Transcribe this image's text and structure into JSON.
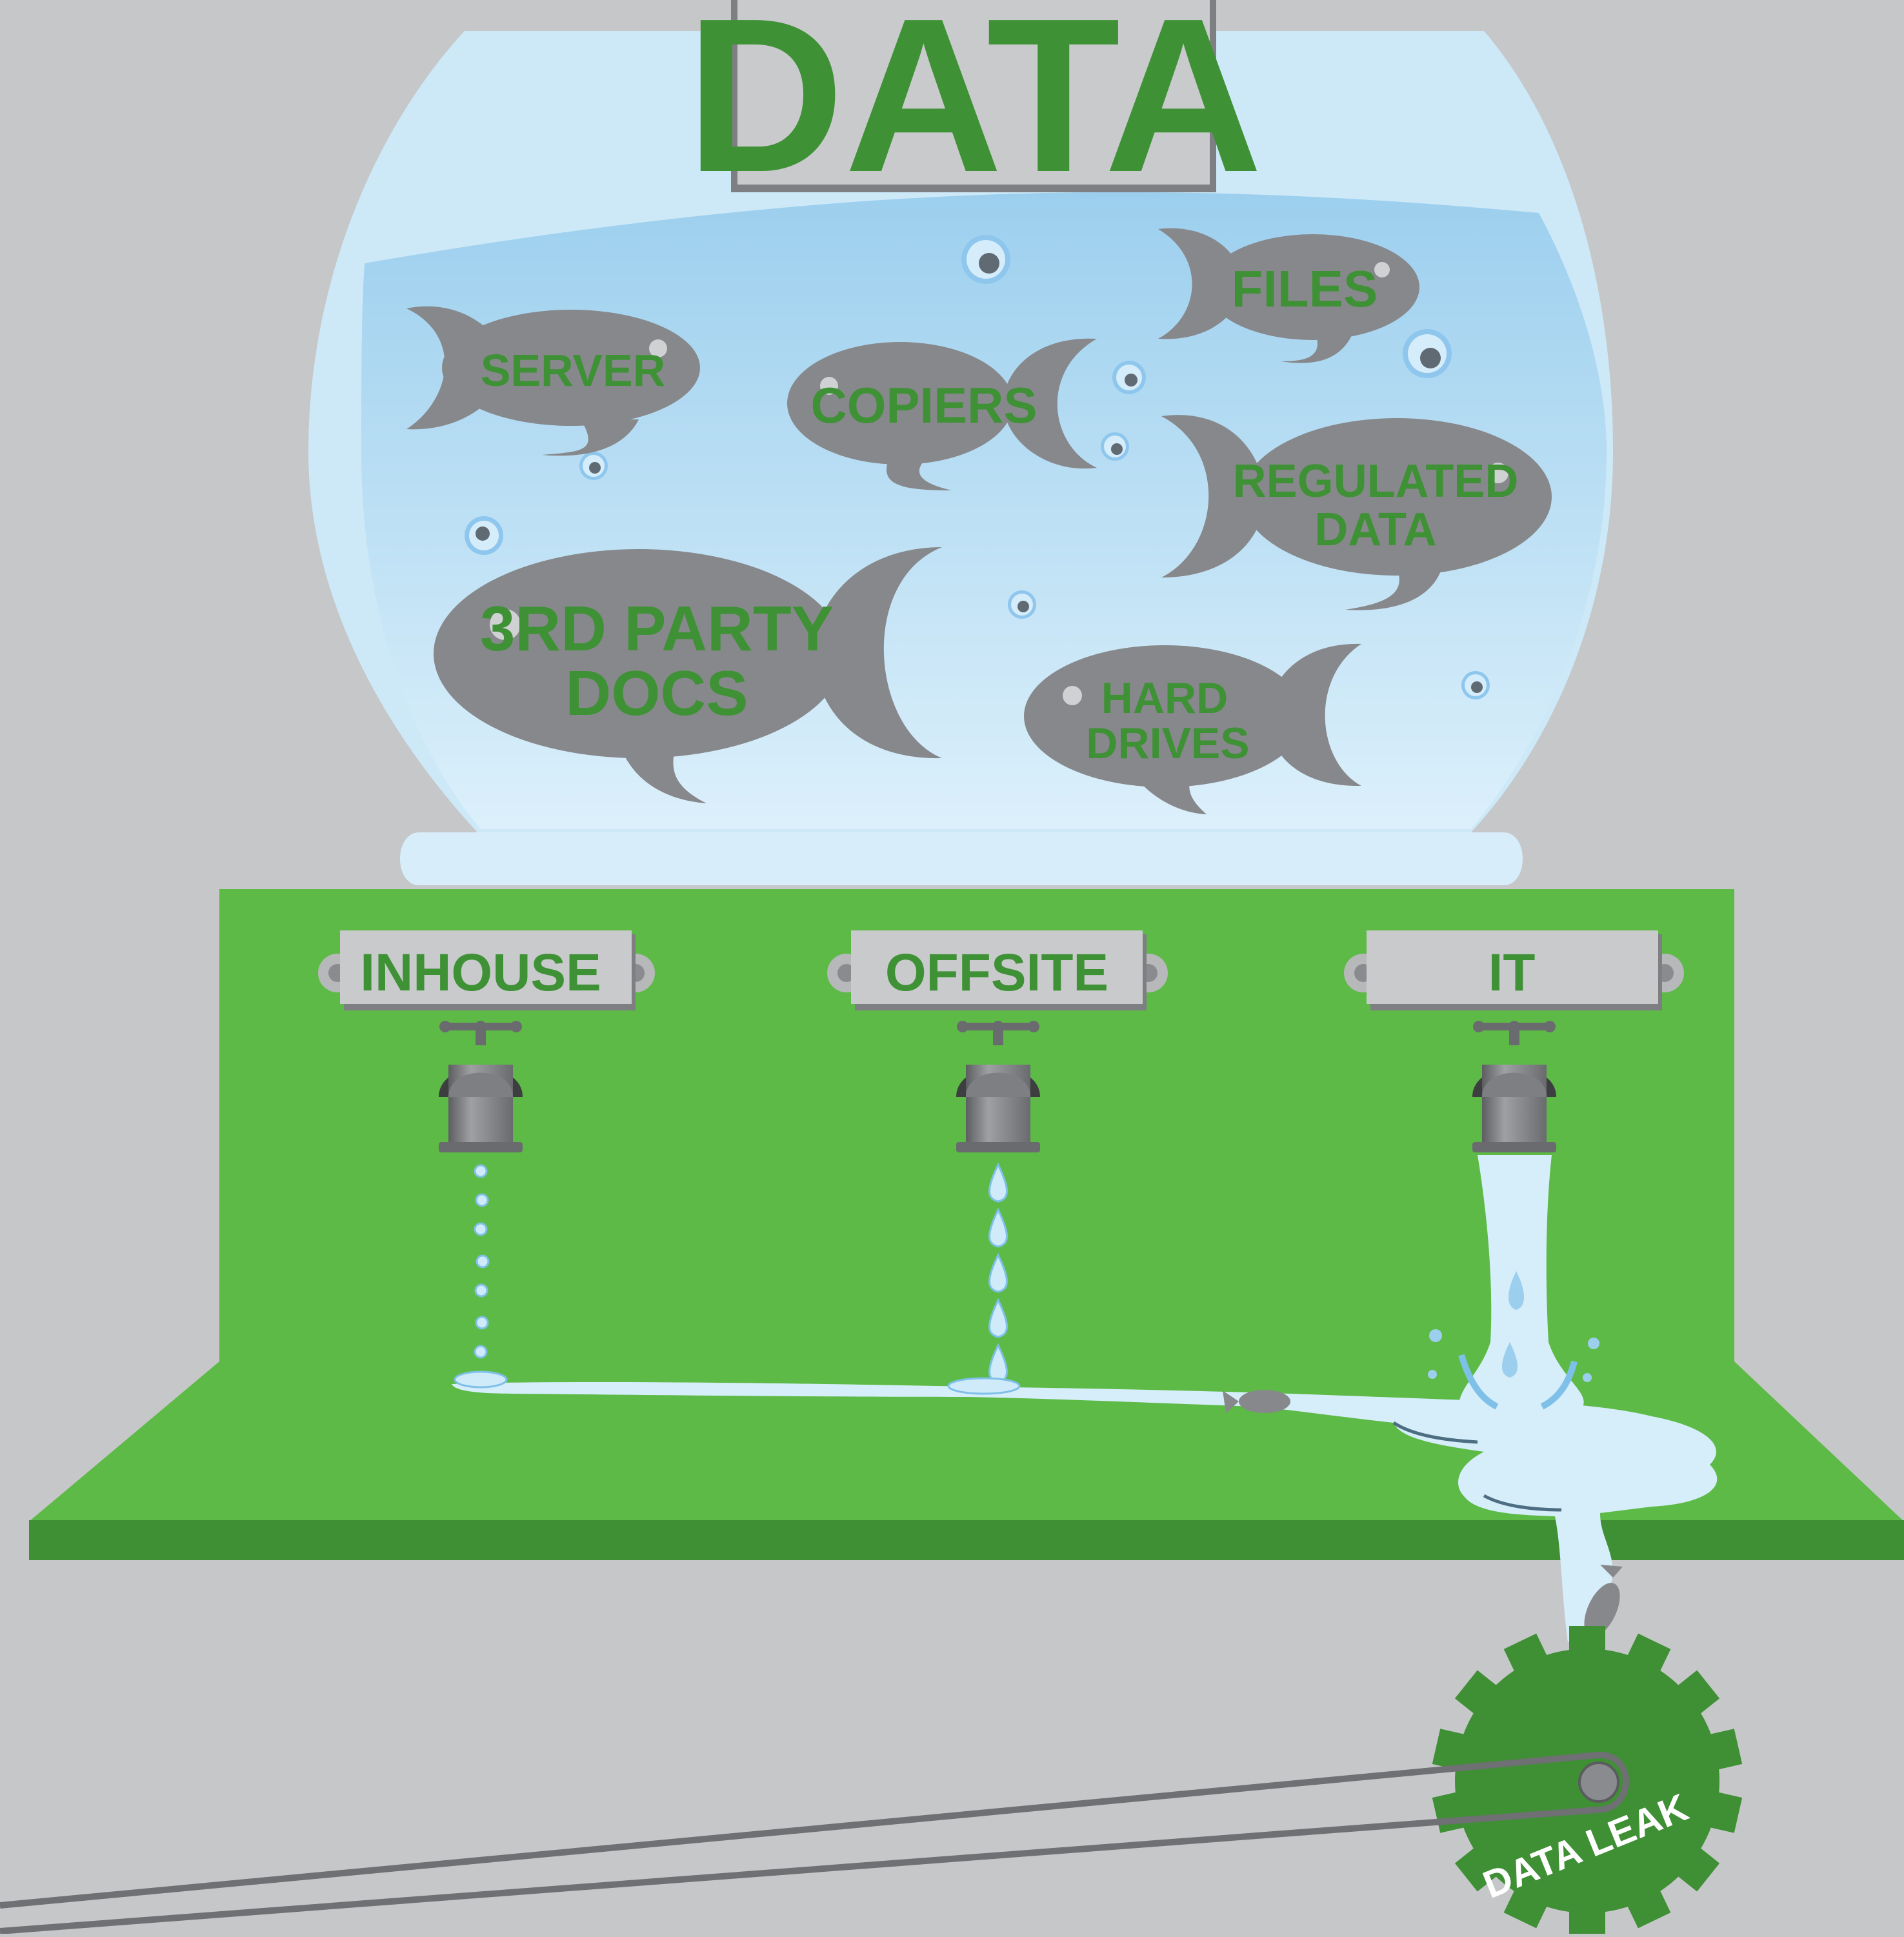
{
  "title": "DATA",
  "colors": {
    "background": "#c6c7c9",
    "green_label": "#3f9136",
    "green_board": "#5dba47",
    "green_shelf_dark": "#3f8f35",
    "fish_gray": "#87888b",
    "water": "#cde9f8",
    "water_deep": "#9ccfee",
    "bubble": "#6cb2e3",
    "plate": "#c9cacc"
  },
  "fish": [
    {
      "id": "server",
      "lines": [
        "SERVER"
      ]
    },
    {
      "id": "copiers",
      "lines": [
        "COPIERS"
      ]
    },
    {
      "id": "files",
      "lines": [
        "FILES"
      ]
    },
    {
      "id": "regulated",
      "lines": [
        "REGULATED",
        "DATA"
      ]
    },
    {
      "id": "third-party",
      "lines": [
        "3RD PARTY",
        "DOCS"
      ]
    },
    {
      "id": "hard-drives",
      "lines": [
        "HARD",
        "DRIVES"
      ]
    }
  ],
  "taps": [
    {
      "id": "inhouse",
      "label": "INHOUSE",
      "flow": "drip"
    },
    {
      "id": "offsite",
      "label": "OFFSITE",
      "flow": "drops"
    },
    {
      "id": "it",
      "label": "IT",
      "flow": "stream"
    }
  ],
  "gear": {
    "label": "DATA LEAK"
  }
}
